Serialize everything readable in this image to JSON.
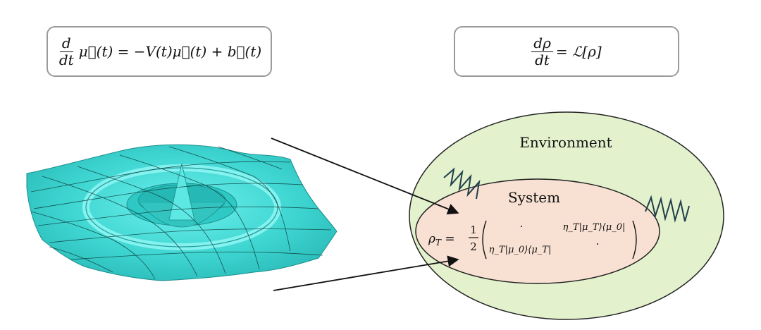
{
  "equations": {
    "left": {
      "frac_num": "d",
      "frac_den": "dt",
      "rhs": "μ⃗(t) = −V(t)μ⃗(t) + b⃗(t)"
    },
    "right": {
      "frac_num": "dρ",
      "frac_den": "dt",
      "rhs": "= ℒ[ρ]"
    }
  },
  "diagram": {
    "environment_label": "Environment",
    "system_label": "System",
    "rho": {
      "lhs": "ρ",
      "lhs_sub": "T",
      "half_num": "1",
      "half_den": "2",
      "top_left": "·",
      "top_right": "η_T|μ_T⟩⟨μ_0|",
      "bottom_left": "η_T|μ_0⟩⟨μ_T|",
      "bottom_right": "·"
    }
  },
  "colors": {
    "environment_fill": "#e3f2cd",
    "system_fill": "#f8e0d3",
    "surface": "#4fe0dc",
    "box_border": "#9a9a9a",
    "wave": "#1f3f4a"
  }
}
